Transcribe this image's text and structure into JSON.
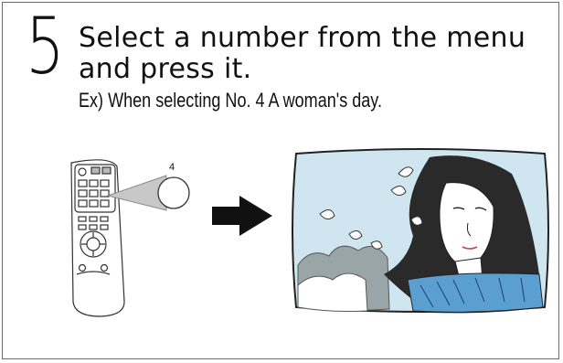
{
  "step": {
    "number": "5",
    "line1": "Select a number from the menu",
    "line2": "and press it.",
    "example": "Ex) When selecting No. 4 A woman's day."
  },
  "callout": {
    "button_label": "4"
  },
  "icons": {
    "remote": "remote-control-icon",
    "arrow": "arrow-right-icon",
    "tv": "tv-screen-illustration"
  },
  "colors": {
    "sky": "#cfe6f0",
    "cloud": "#9aa5a8",
    "border": "#6b6b6b"
  }
}
